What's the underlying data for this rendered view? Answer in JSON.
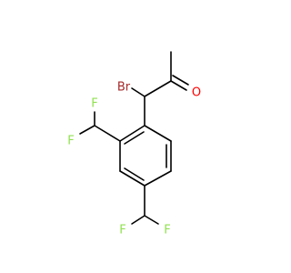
{
  "atoms": {
    "br": {
      "symbol": "Br",
      "color": "#a52a2a"
    },
    "o": {
      "symbol": "O",
      "color": "#ff0000"
    },
    "f1": {
      "symbol": "F",
      "color": "#90e050"
    },
    "f2": {
      "symbol": "F",
      "color": "#90e050"
    },
    "f3": {
      "symbol": "F",
      "color": "#90e050"
    },
    "f4": {
      "symbol": "F",
      "color": "#90e050"
    }
  },
  "bond_color": "#000000"
}
